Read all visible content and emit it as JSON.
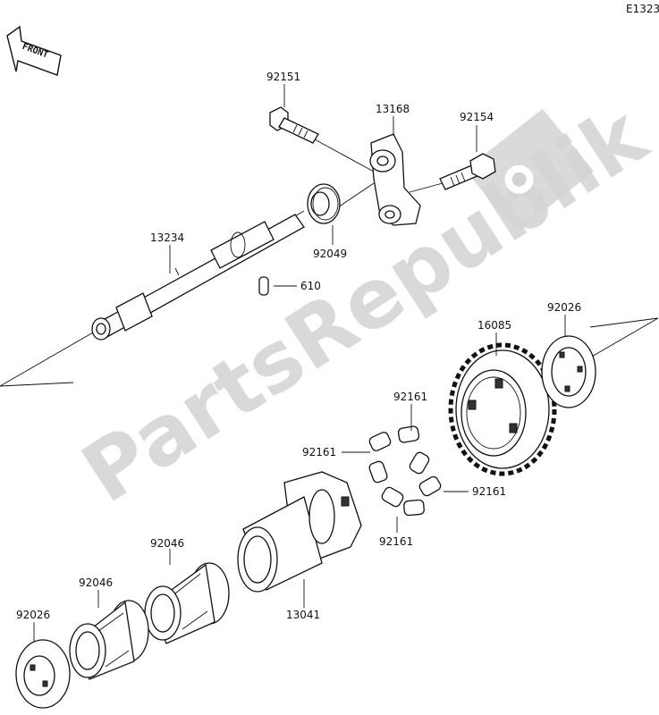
{
  "diagram_code": "E1323",
  "front_indicator": "FRONT",
  "watermark": "PartsRepublik",
  "parts": {
    "p92151": "92151",
    "p13168": "13168",
    "p92154": "92154",
    "p13234": "13234",
    "p92049": "92049",
    "p610": "610",
    "p16085": "16085",
    "p92026_right": "92026",
    "p92161_top": "92161",
    "p92161_left": "92161",
    "p92161_right": "92161",
    "p92161_bottom": "92161",
    "p92046_upper": "92046",
    "p92046_lower": "92046",
    "p13041": "13041",
    "p92026_left": "92026"
  }
}
